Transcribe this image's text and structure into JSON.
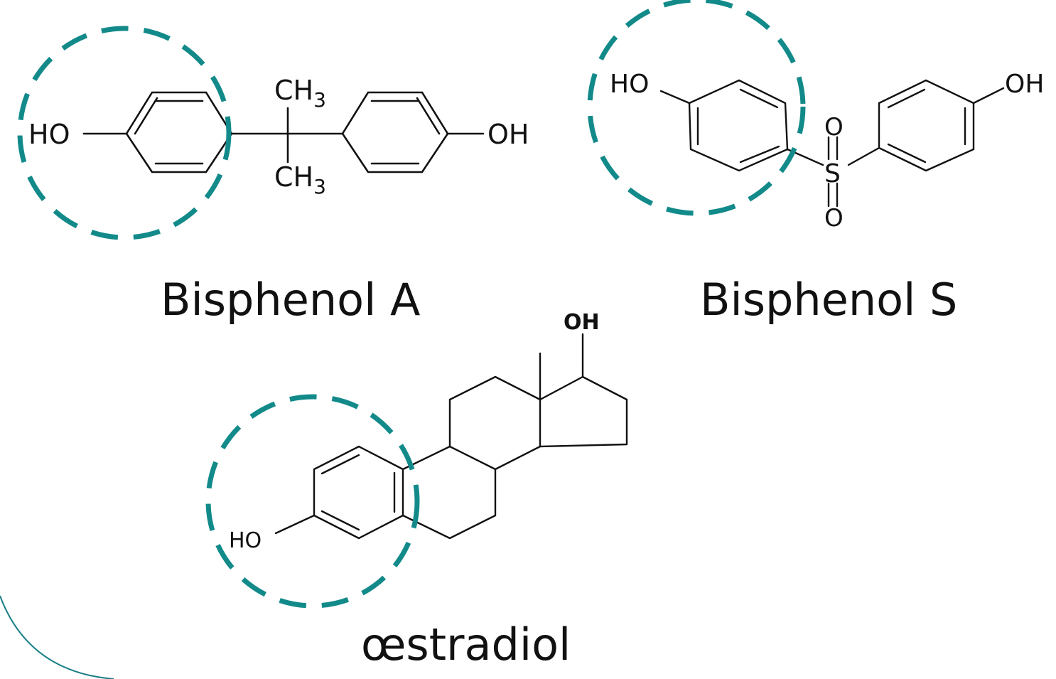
{
  "colors": {
    "bond": "#111111",
    "highlight": "#138a8a",
    "corner_arc": "#1a7f86",
    "background": "#ffffff"
  },
  "captions": {
    "bpa": "Bisphenol A",
    "bps": "Bisphenol S",
    "estradiol": "œstradiol"
  },
  "bpa_labels": {
    "ho_left": "HO",
    "oh_right": "OH",
    "ch3_top": "CH",
    "ch3_top_sub": "3",
    "ch3_bottom": "CH",
    "ch3_bottom_sub": "3"
  },
  "bps_labels": {
    "ho_left": "HO",
    "oh_right": "OH",
    "o_top": "O",
    "s_center": "S",
    "o_bottom": "O"
  },
  "estradiol_labels": {
    "oh_top": "OH",
    "ho_left": "HO"
  }
}
